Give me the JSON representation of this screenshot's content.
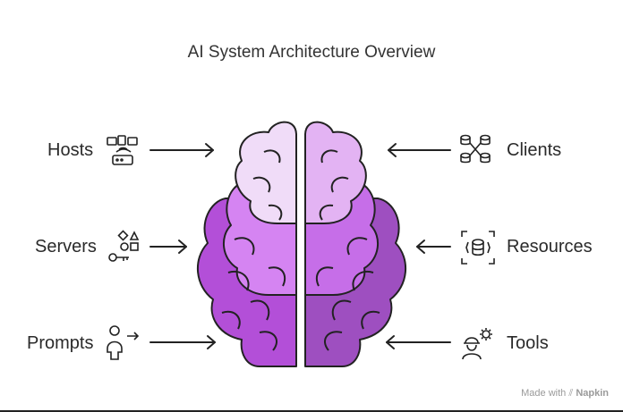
{
  "title": "AI System Architecture Overview",
  "left_labels": {
    "hosts": "Hosts",
    "servers": "Servers",
    "prompts": "Prompts"
  },
  "right_labels": {
    "clients": "Clients",
    "resources": "Resources",
    "tools": "Tools"
  },
  "watermark": {
    "made_with": "Made with",
    "brand": "Napkin"
  },
  "icons": {
    "hosts": "devices-router-icon",
    "servers": "shapes-key-icon",
    "prompts": "person-arrow-icon",
    "clients": "database-network-icon",
    "resources": "database-focus-icon",
    "tools": "worker-gear-icon"
  },
  "colors": {
    "brain_light": "#f0dcf8",
    "brain_mid_light": "#e3b3f3",
    "brain_mid": "#cf7fee",
    "brain_dark_left": "#b34fd8",
    "brain_dark_right": "#9e4fc0",
    "outline": "#222222"
  }
}
